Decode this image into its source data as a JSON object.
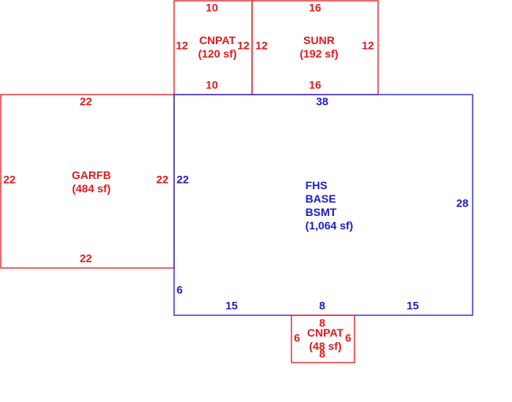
{
  "colors": {
    "secondary": "#e0191d",
    "primary": "#1c1cc8"
  },
  "areas": {
    "cnpat_top": {
      "code": "CNPAT",
      "area": "(120 sf)",
      "dims": {
        "top": "10",
        "bottom": "10",
        "left": "12",
        "right": "12"
      }
    },
    "sunr": {
      "code": "SUNR",
      "area": "(192 sf)",
      "dims": {
        "top": "16",
        "bottom": "16",
        "left": "12",
        "right": "12"
      }
    },
    "garfb": {
      "code": "GARFB",
      "area": "(484 sf)",
      "dims": {
        "top": "22",
        "bottom": "22",
        "left": "22",
        "right": "22"
      }
    },
    "fhs": {
      "line1": "FHS",
      "line2": "BASE",
      "line3": "BSMT",
      "area": "(1,064 sf)",
      "dims": {
        "top": "38",
        "right": "28",
        "left": "22",
        "left_lower": "6",
        "bottom_left": "15",
        "bottom_mid": "8",
        "bottom_right": "15"
      }
    },
    "cnpat_bottom": {
      "code": "CNPAT",
      "area": "(48 sf)",
      "dims": {
        "top": "8",
        "bottom": "8",
        "left": "6",
        "right": "6"
      }
    }
  }
}
